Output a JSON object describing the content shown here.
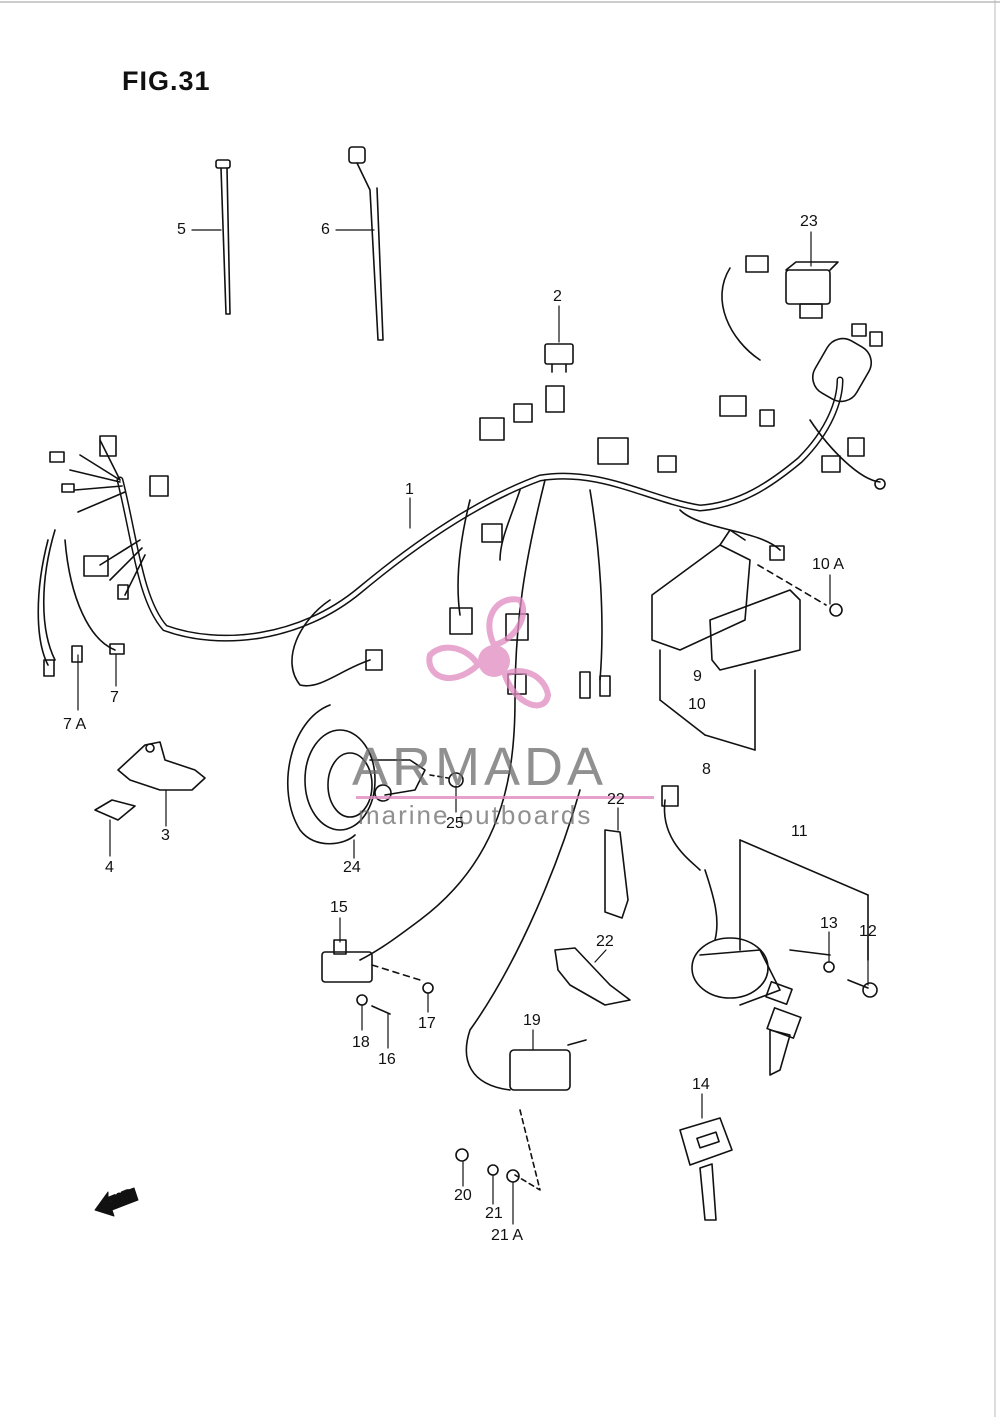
{
  "figure": {
    "title": "FIG.31"
  },
  "watermark": {
    "brand": "ARMADA",
    "tagline": "marine outboards",
    "logo_icon": "propeller-logo-icon",
    "logo_color": "#e08ac0"
  },
  "direction_marker": {
    "label": "FWD",
    "icon": "arrow-left-icon"
  },
  "callouts": [
    {
      "id": "c1",
      "label": "1"
    },
    {
      "id": "c2",
      "label": "2"
    },
    {
      "id": "c3",
      "label": "3"
    },
    {
      "id": "c4",
      "label": "4"
    },
    {
      "id": "c5",
      "label": "5"
    },
    {
      "id": "c6",
      "label": "6"
    },
    {
      "id": "c7",
      "label": "7"
    },
    {
      "id": "c7a",
      "label": "7 A"
    },
    {
      "id": "c8",
      "label": "8"
    },
    {
      "id": "c9",
      "label": "9"
    },
    {
      "id": "c10",
      "label": "10"
    },
    {
      "id": "c10a",
      "label": "10 A"
    },
    {
      "id": "c11",
      "label": "11"
    },
    {
      "id": "c12",
      "label": "12"
    },
    {
      "id": "c13",
      "label": "13"
    },
    {
      "id": "c14",
      "label": "14"
    },
    {
      "id": "c15",
      "label": "15"
    },
    {
      "id": "c16",
      "label": "16"
    },
    {
      "id": "c17",
      "label": "17"
    },
    {
      "id": "c18",
      "label": "18"
    },
    {
      "id": "c19",
      "label": "19"
    },
    {
      "id": "c20",
      "label": "20"
    },
    {
      "id": "c21",
      "label": "21"
    },
    {
      "id": "c21a",
      "label": "21 A"
    },
    {
      "id": "c22a",
      "label": "22"
    },
    {
      "id": "c22b",
      "label": "22"
    },
    {
      "id": "c23",
      "label": "23"
    },
    {
      "id": "c24",
      "label": "24"
    },
    {
      "id": "c25",
      "label": "25"
    }
  ]
}
